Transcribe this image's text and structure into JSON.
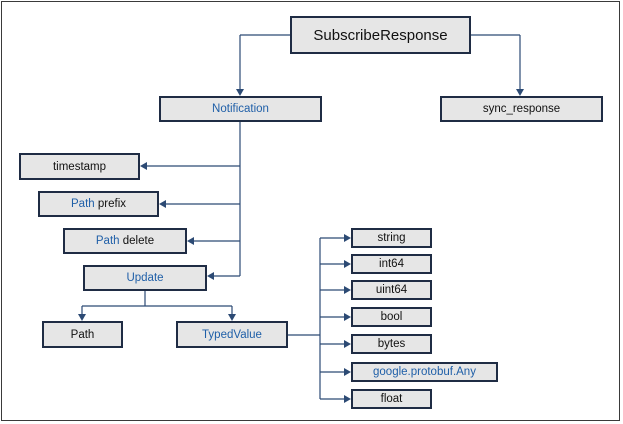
{
  "diagram": {
    "root": "SubscribeResponse",
    "notification": "Notification",
    "sync_response": "sync_response",
    "timestamp": "timestamp",
    "path_prefix": {
      "word1": "Path",
      "word2": "prefix"
    },
    "path_delete": {
      "word1": "Path",
      "word2": "delete"
    },
    "update": "Update",
    "path": "Path",
    "typed_value": "TypedValue",
    "types": [
      "string",
      "int64",
      "uint64",
      "bool",
      "bytes",
      "google.protobuf.Any",
      "float"
    ]
  },
  "colors": {
    "box_fill": "#e6e6e6",
    "box_border": "#1f2c44",
    "link_blue": "#1f5fa8",
    "connector": "#2c4a74"
  }
}
